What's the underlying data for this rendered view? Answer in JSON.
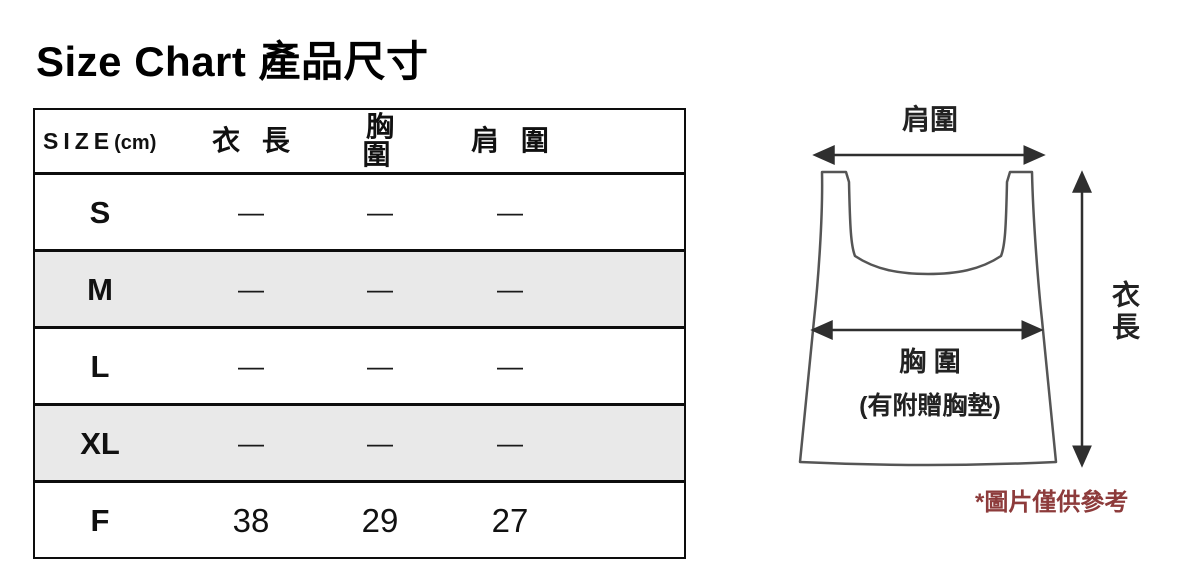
{
  "page": {
    "title": "Size Chart 產品尺寸"
  },
  "table": {
    "header": {
      "size_word": "SIZE",
      "size_unit": "(cm)",
      "columns": [
        "衣 長",
        "胸 圍",
        "肩 圍"
      ]
    },
    "rows": [
      {
        "size": "S",
        "values": [
          "—",
          "—",
          "—"
        ]
      },
      {
        "size": "M",
        "values": [
          "—",
          "—",
          "—"
        ]
      },
      {
        "size": "L",
        "values": [
          "—",
          "—",
          "—"
        ]
      },
      {
        "size": "XL",
        "values": [
          "—",
          "—",
          "—"
        ]
      },
      {
        "size": "F",
        "values": [
          "38",
          "29",
          "27"
        ]
      }
    ]
  },
  "diagram": {
    "shoulder_label": "肩圍",
    "chest_label": "胸 圍",
    "chest_note": "(有附贈胸墊)",
    "length_label": "衣長",
    "footnote": "*圖片僅供參考"
  },
  "colors": {
    "shaded_row": "#e9e9e9",
    "footnote": "#8d3b3b",
    "outline": "#555555"
  }
}
